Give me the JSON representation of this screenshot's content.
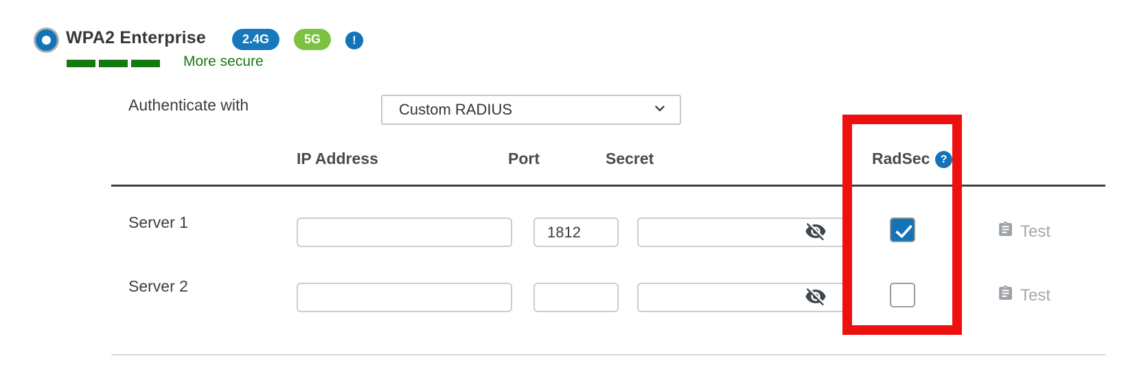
{
  "security": {
    "title": "WPA2 Enterprise",
    "band_badges": [
      {
        "label": "2.4G",
        "color": "#1778bc"
      },
      {
        "label": "5G",
        "color": "#7cc142"
      }
    ],
    "alert_icon": "!",
    "strength": {
      "label": "More secure",
      "bars": 3,
      "color": "#137a10"
    }
  },
  "auth": {
    "label": "Authenticate with",
    "selected_option": "Custom RADIUS"
  },
  "radius_table": {
    "headers": {
      "ip_address": "IP Address",
      "port": "Port",
      "secret": "Secret",
      "radsec": "RadSec"
    },
    "radsec_help_icon": "?",
    "rows": [
      {
        "label": "Server 1",
        "ip_value": "",
        "port_value": "1812",
        "secret_value": "",
        "radsec_checked": true,
        "test_label": "Test"
      },
      {
        "label": "Server 2",
        "ip_value": "",
        "port_value": "",
        "secret_value": "",
        "radsec_checked": false,
        "test_label": "Test"
      }
    ]
  },
  "colors": {
    "accent_blue": "#1373b9",
    "secure_green": "#137a10",
    "highlight_red": "#ee0f0f",
    "disabled_gray": "#a4a9ae"
  }
}
